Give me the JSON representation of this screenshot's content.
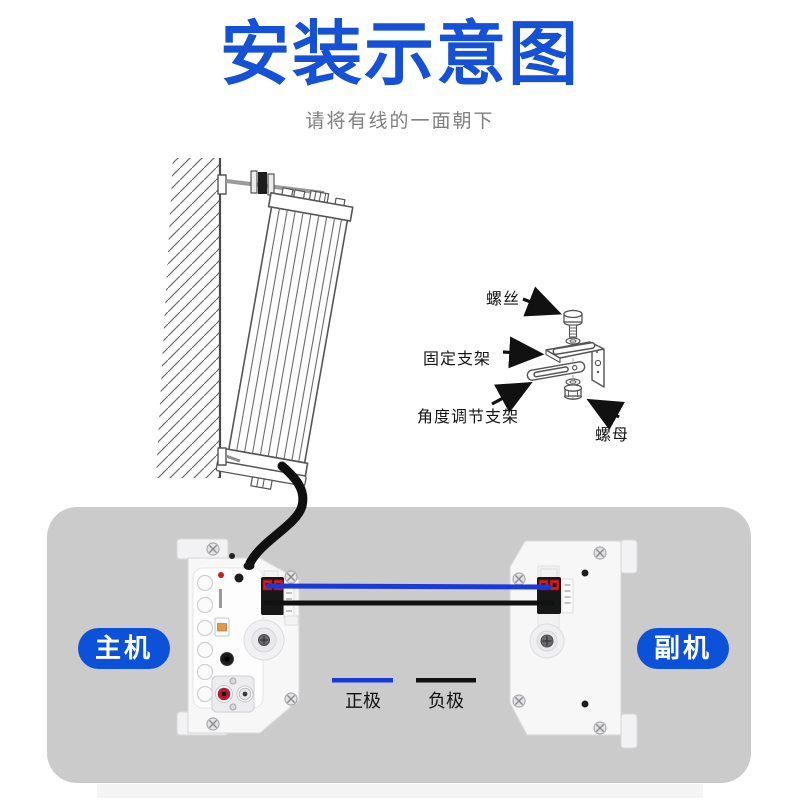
{
  "page": {
    "title": "安装示意图",
    "subtitle": "请将有线的一面朝下"
  },
  "hardware_diagram": {
    "screw_label": "螺丝",
    "fixing_bracket_label": "固定支架",
    "angle_bracket_label": "角度调节支架",
    "nut_label": "螺母"
  },
  "wiring_panel": {
    "main_unit_label": "主机",
    "secondary_unit_label": "副机",
    "legend": [
      {
        "label": "正极",
        "color": "#1b38d8"
      },
      {
        "label": "负极",
        "color": "#111111"
      }
    ]
  },
  "colors": {
    "title_blue": "#1551d6",
    "badge_blue": "#0b52d8",
    "panel_gray": "#cbcbcb",
    "positive_wire": "#1b38d8",
    "negative_wire": "#111111",
    "line_art_stroke": "#555555"
  }
}
